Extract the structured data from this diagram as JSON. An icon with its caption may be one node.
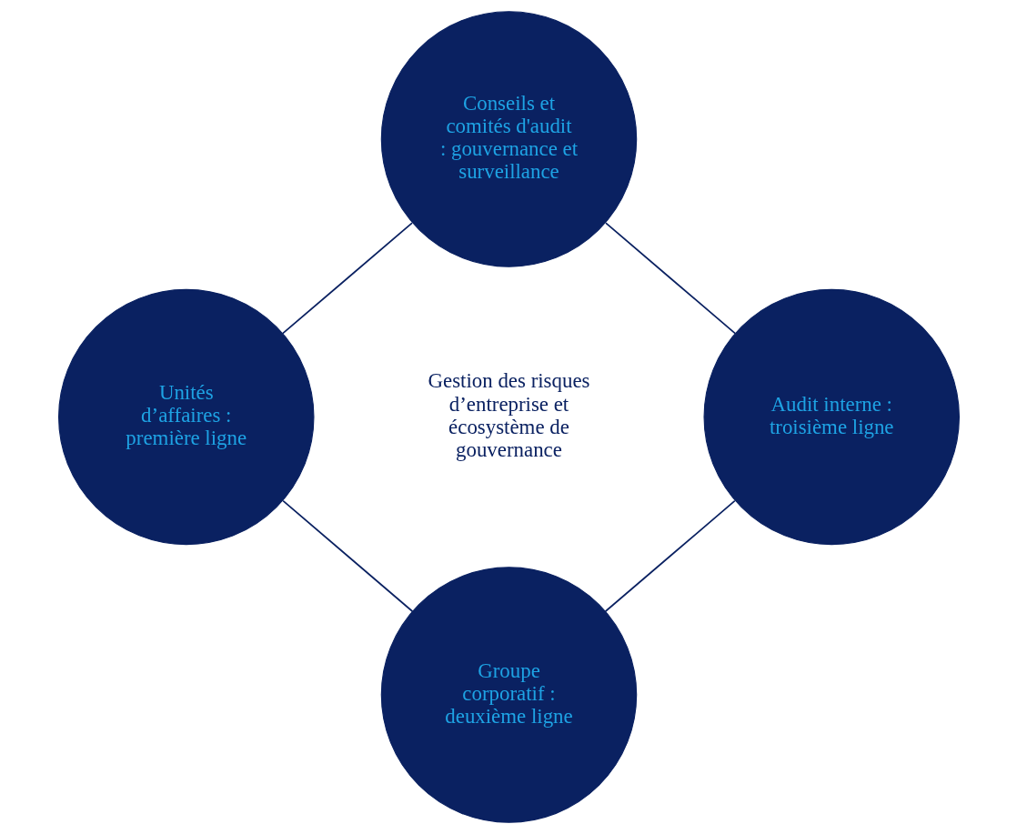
{
  "diagram": {
    "nodes": [
      {
        "text": [
          "Conseils et comités d'audit : gouvernance et surveillance"
        ]
      },
      {
        "text": [
          "Unités d’affaires : première ligne"
        ]
      },
      {
        "text": [
          "Audit interne : troisième ligne"
        ]
      },
      {
        "text": [
          "Groupe corporatif : deuxième ligne"
        ]
      }
    ],
    "edges": [
      {
        "from": 0,
        "to": 2,
        "arrow": "none"
      },
      {
        "from": 2,
        "to": 3,
        "arrow": "none"
      },
      {
        "from": 3,
        "to": 1,
        "arrow": "none"
      },
      {
        "from": 1,
        "to": 0,
        "arrow": "none"
      }
    ],
    "labels": [
      "Gestion des risques d’entreprise et écosystème de gouvernance"
    ]
  }
}
